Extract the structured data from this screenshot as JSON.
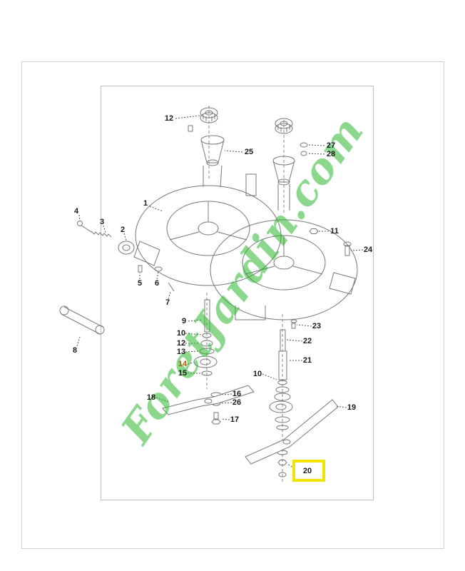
{
  "watermark": {
    "text": "ForetJardin.com",
    "color": "#2eb82e"
  },
  "highlight": {
    "part": "20",
    "box_color": "#f2e400"
  },
  "labels": [
    {
      "part": "12"
    },
    {
      "part": "25"
    },
    {
      "part": "27"
    },
    {
      "part": "28"
    },
    {
      "part": "1"
    },
    {
      "part": "4"
    },
    {
      "part": "3"
    },
    {
      "part": "2"
    },
    {
      "part": "11"
    },
    {
      "part": "24"
    },
    {
      "part": "5"
    },
    {
      "part": "6"
    },
    {
      "part": "7"
    },
    {
      "part": "9"
    },
    {
      "part": "23"
    },
    {
      "part": "10"
    },
    {
      "part": "22"
    },
    {
      "part": "12"
    },
    {
      "part": "13"
    },
    {
      "part": "21"
    },
    {
      "part": "14",
      "color": "#b35900"
    },
    {
      "part": "15"
    },
    {
      "part": "10"
    },
    {
      "part": "8"
    },
    {
      "part": "18"
    },
    {
      "part": "16"
    },
    {
      "part": "26"
    },
    {
      "part": "19"
    },
    {
      "part": "17"
    },
    {
      "part": "20"
    }
  ]
}
